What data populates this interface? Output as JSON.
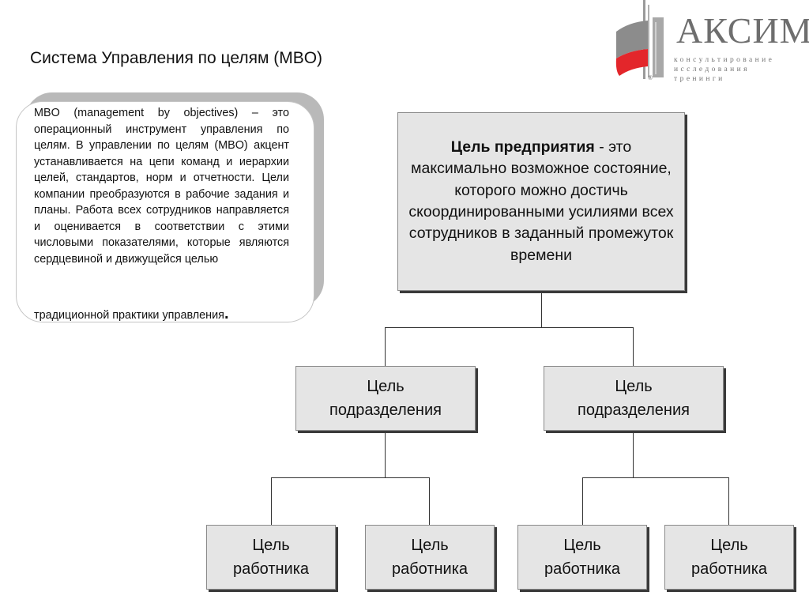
{
  "slide": {
    "title": "Система Управления по целям (MBO)"
  },
  "logo": {
    "name": "АКСИМА",
    "lines": [
      "консультирование",
      "исследования",
      "тренинги"
    ],
    "registered": "®",
    "colors": {
      "text": "#6e6e6e",
      "red": "#e3262b",
      "gray": "#8c8c8c"
    }
  },
  "description": {
    "body": "MBO (management by objectives) – это операционный инструмент управления по целям. В управлении по целям (MBO) акцент устанавливается на цепи команд и иерархии целей, стандартов, норм и отчетности. Цели компании преобразуются в рабочие задания и планы. Работа всех сотрудников направляется и оценивается в соответствии с этими числовыми показателями, которые являются сердцевиной и движущейся целью",
    "last_line": "традиционной практики управления",
    "last_mark": "."
  },
  "hierarchy": {
    "top": {
      "bold": "Цель предприятия",
      "rest": " - это максимально возможное состояние, которого можно достичь скоординированными усилиями всех сотрудников в заданный промежуток времени"
    },
    "divisions": [
      {
        "label": "Цель подразделения"
      },
      {
        "label": "Цель подразделения"
      }
    ],
    "employees": [
      {
        "label": "Цель работника"
      },
      {
        "label": "Цель работника"
      },
      {
        "label": "Цель работника"
      },
      {
        "label": "Цель работника"
      }
    ]
  },
  "colors": {
    "box_fill": "#e5e5e5",
    "box_shadow": "#3a3a3a",
    "card_shadow": "#b9b9b9"
  }
}
